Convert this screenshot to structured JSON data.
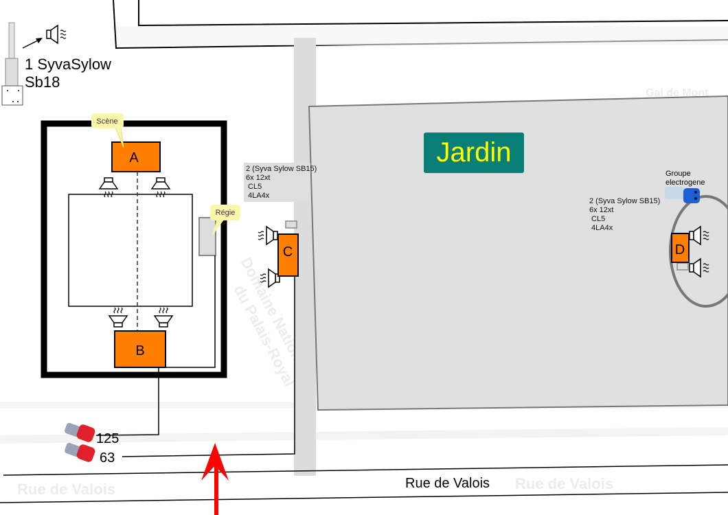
{
  "map": {
    "faint_labels": [
      "Domaine National",
      "du Palais-Royal",
      "Rue de Valois",
      "Rue de Valois",
      "Gal de Mont"
    ],
    "street_label": "Rue de Valois",
    "garden_label": "Jardin"
  },
  "legend": {
    "line1": "1 SyvaSylow",
    "line2": "Sb18"
  },
  "stage": {
    "tooltip_scene": "Scène",
    "tooltip_regie": "Régie",
    "zone_a": "A",
    "zone_b": "B"
  },
  "zone_c": {
    "label": "C",
    "equipment": [
      "2 (Syva Sylow SB15)",
      "6x 12xt",
      " CL5",
      " 4LA4x"
    ]
  },
  "zone_d": {
    "label": "D",
    "equipment": [
      "2 (Syva Sylow SB15)",
      "6x 12xt",
      " CL5",
      " 4LA4x"
    ],
    "generator_line1": "Groupe",
    "generator_line2": "electrogene"
  },
  "power": {
    "plug_1": "125",
    "plug_2": "63"
  },
  "colors": {
    "zone": "#ff8000",
    "garden_bg": "#0a7f78",
    "garden_text": "#ffff00",
    "tooltip": "#fbf7a8",
    "arrow": "#ff0000",
    "generator_plug": "#1e5fd8",
    "power_plug": "#e0202a"
  }
}
